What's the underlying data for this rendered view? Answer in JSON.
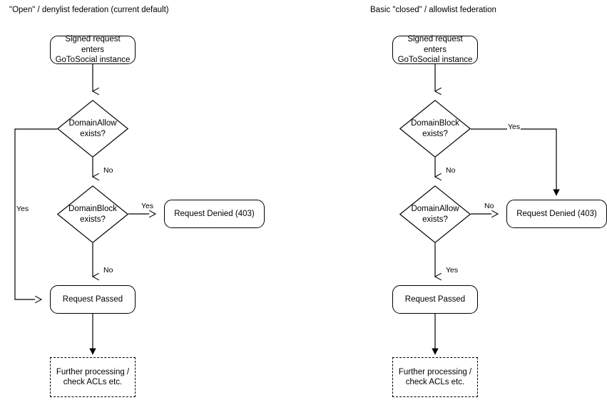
{
  "meta": {
    "stroke_color": "#000000",
    "text_color": "#000000",
    "background_color": "#ffffff"
  },
  "diagrams": [
    {
      "id": "denylist",
      "title": "\"Open\" / denylist federation (current default)",
      "nodes": [
        {
          "id": "start",
          "shape": "rounded",
          "label": "Signed request enters\nGoToSocial instance"
        },
        {
          "id": "allow",
          "shape": "diamond",
          "label": "DomainAllow\nexists?"
        },
        {
          "id": "block",
          "shape": "diamond",
          "label": "DomainBlock\nexists?"
        },
        {
          "id": "denied",
          "shape": "rounded",
          "label": "Request Denied (403)"
        },
        {
          "id": "passed",
          "shape": "rounded",
          "label": "Request Passed"
        },
        {
          "id": "further",
          "shape": "dashed",
          "label": "Further processing /\ncheck ACLs etc."
        }
      ],
      "edges": [
        {
          "from": "start",
          "to": "allow",
          "label": "",
          "arrow": "open"
        },
        {
          "from": "allow",
          "to": "passed",
          "label": "Yes",
          "arrow": "open"
        },
        {
          "from": "allow",
          "to": "block",
          "label": "No",
          "arrow": "open"
        },
        {
          "from": "block",
          "to": "denied",
          "label": "Yes",
          "arrow": "open"
        },
        {
          "from": "block",
          "to": "passed",
          "label": "No",
          "arrow": "open"
        },
        {
          "from": "passed",
          "to": "further",
          "label": "",
          "arrow": "filled"
        }
      ]
    },
    {
      "id": "allowlist",
      "title": "Basic \"closed\" / allowlist federation",
      "nodes": [
        {
          "id": "start",
          "shape": "rounded",
          "label": "Signed request enters\nGoToSocial instance"
        },
        {
          "id": "block",
          "shape": "diamond",
          "label": "DomainBlock\nexists?"
        },
        {
          "id": "allow",
          "shape": "diamond",
          "label": "DomainAllow\nexists?"
        },
        {
          "id": "denied",
          "shape": "rounded",
          "label": "Request Denied (403)"
        },
        {
          "id": "passed",
          "shape": "rounded",
          "label": "Request Passed"
        },
        {
          "id": "further",
          "shape": "dashed",
          "label": "Further processing /\ncheck ACLs etc."
        }
      ],
      "edges": [
        {
          "from": "start",
          "to": "block",
          "label": "",
          "arrow": "open"
        },
        {
          "from": "block",
          "to": "denied",
          "label": "Yes",
          "arrow": "filled"
        },
        {
          "from": "block",
          "to": "allow",
          "label": "No",
          "arrow": "open"
        },
        {
          "from": "allow",
          "to": "denied",
          "label": "No",
          "arrow": "open"
        },
        {
          "from": "allow",
          "to": "passed",
          "label": "Yes",
          "arrow": "open"
        },
        {
          "from": "passed",
          "to": "further",
          "label": "",
          "arrow": "filled"
        }
      ]
    }
  ],
  "labels": {
    "left": {
      "allow_yes": "Yes",
      "allow_no": "No",
      "block_yes": "Yes",
      "block_no": "No"
    },
    "right": {
      "block_yes": "Yes",
      "block_no": "No",
      "allow_no": "No",
      "allow_yes": "Yes"
    }
  }
}
